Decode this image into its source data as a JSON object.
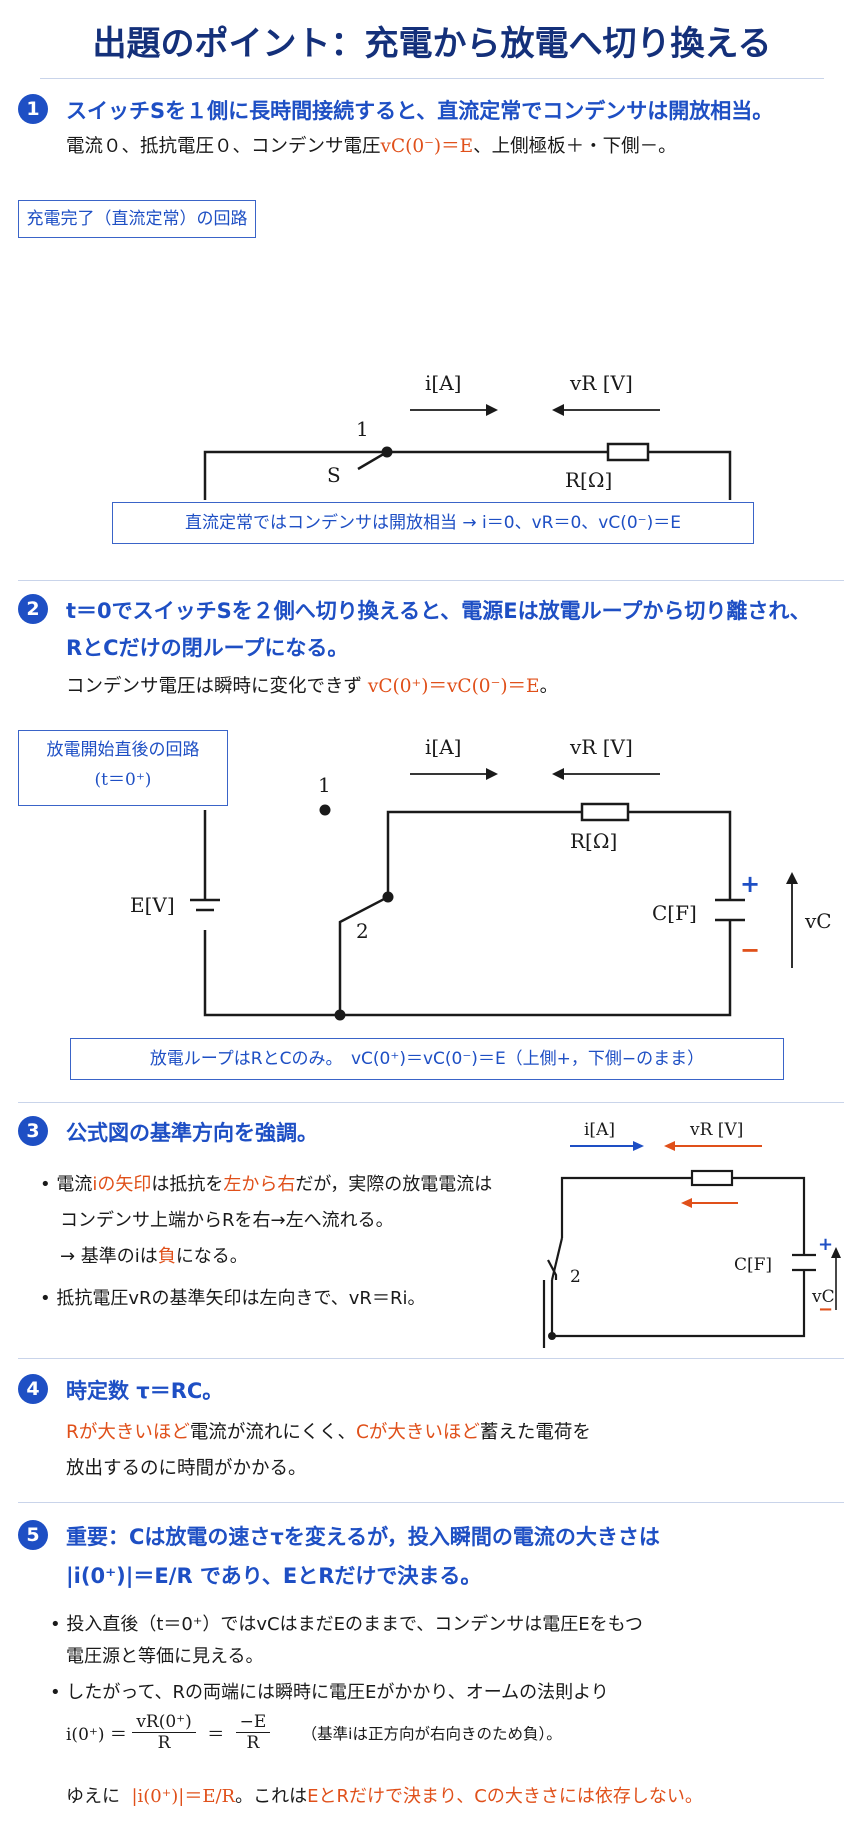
{
  "title": "出題のポイント：充電から放電へ切り換える",
  "sec1": {
    "num": "1",
    "heading": "スイッチSを１側に長時間接続すると、直流定常でコンデンサは開放相当。",
    "line_a": "電流０、抵抗電圧０、コンデンサ電圧",
    "line_hl": "vC(0⁻)＝E",
    "line_b": "、上側極板＋・下側－。",
    "box_label": "充電完了（直流定常）の回路",
    "note": "直流定常ではコンデンサは開放相当 → i＝0、vR＝0、vC(0⁻)＝E"
  },
  "circuit": {
    "i_label": "i[A]",
    "vr_label": "vR [V]",
    "r_label": "R[Ω]",
    "e_label": "E[V]",
    "c_label": "C[F]",
    "vc_label": "vC",
    "s_label": "S",
    "node1": "1",
    "node2": "2",
    "plus": "+",
    "minus": "−"
  },
  "sec2": {
    "num": "2",
    "heading1": "t＝0でスイッチSを２側へ切り換えると、電源Eは放電ループから切り離され、",
    "heading2": "RとCだけの閉ループになる。",
    "line_a": "コンデンサ電圧は瞬時に変化できず",
    "line_hl": "vC(0⁺)＝vC(0⁻)＝E",
    "line_b": "。",
    "box_label1": "放電開始直後の回路",
    "box_label2": "(t＝0⁺)",
    "note": "放電ループはRとCのみ。　vC(0⁺)＝vC(0⁻)＝E（上側+，下側−のまま）"
  },
  "sec3": {
    "num": "3",
    "heading": "公式図の基準方向を強調。",
    "b1_a": "電流",
    "b1_hl1": "iの矢印",
    "b1_b": "は抵抗を",
    "b1_hl2": "左から右",
    "b1_c": "だが，実際の放電電流は",
    "b1_line2": "コンデンサ上端からRを右→左へ流れる。",
    "b1_line3a": "→ 基準のiは",
    "b1_line3hl": "負",
    "b1_line3b": "になる。",
    "b2": "抵抗電圧vRの基準矢印は左向きで、vR＝Ri。",
    "i_label": "i[A]",
    "vr_label": "vR [V]",
    "c_label": "C[F]",
    "vc_label": "vC",
    "node2": "2",
    "plus": "+",
    "minus": "−"
  },
  "sec4": {
    "num": "4",
    "heading": "時定数 τ＝RC。",
    "l1_hl1": "Rが大きいほど",
    "l1_a": "電流が流れにくく、",
    "l1_hl2": "Cが大きいほど",
    "l1_b": "蓄えた電荷を",
    "l2": "放出するのに時間がかかる。"
  },
  "sec5": {
    "num": "5",
    "heading1": "重要：Cは放電の速さτを変えるが，投入瞬間の電流の大きさは",
    "heading2": "|i(0⁺)|＝E/R であり、EとRだけで決まる。",
    "b1_l1": "投入直後（t＝0⁺）ではvCはまだEのままで、コンデンサは電圧Eをもつ",
    "b1_l2": "電圧源と等価に見える。",
    "b2_l1": "したがって、Rの両端には瞬時に電圧Eがかかり、オームの法則より",
    "eq_lhs": "i(0⁺) ＝",
    "eq_f1_num": "vR(0⁺)",
    "eq_f1_den": "R",
    "eq_eq": "＝",
    "eq_f2_num": "−E",
    "eq_f2_den": "R",
    "eq_note": "（基準iは正方向が右向きのため負）。",
    "concl_a": "ゆえに",
    "concl_hl": "|i(0⁺)|＝E/R",
    "concl_b": "。これは",
    "concl_hl2": "EとRだけで決まり、Cの大きさには依存しない。"
  },
  "colors": {
    "accent": "#1e4fc4",
    "highlight": "#e0501a",
    "title": "#14307a"
  }
}
